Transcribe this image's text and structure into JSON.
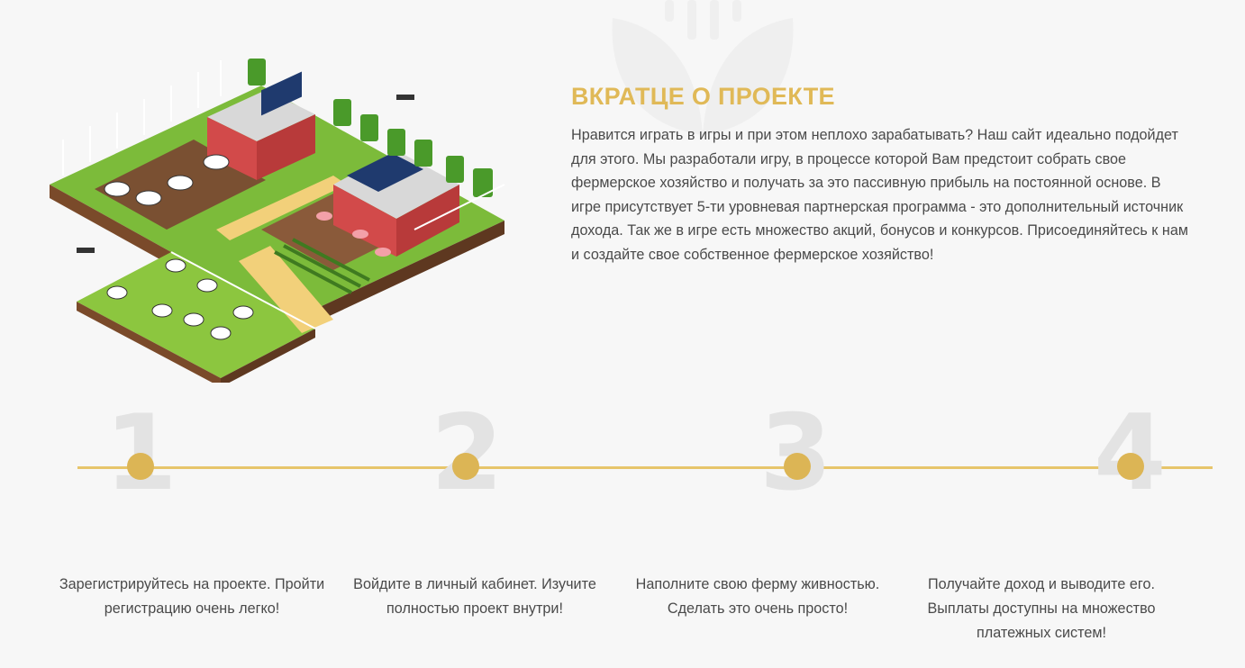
{
  "about": {
    "title": "ВКРАТЦЕ О ПРОЕКТЕ",
    "text": "Нравится играть в игры и при этом неплохо зарабатывать? Наш сайт идеально подойдет для этого. Мы разработали игру, в процессе которой Вам предстоит собрать свое фермерское хозяйство и получать за это пассивную прибыль на постоянной основе. В игре присутствует 5-ти уровневая партнерская программа - это дополнительный источник дохода. Так же в игре есть множество акций, бонусов и конкурсов. Присоединяйтесь к нам и создайте свое собственное фермерское хозяйство!"
  },
  "steps": [
    {
      "number": "1",
      "text": "Зарегистрируйтесь на проекте. Пройти регистрацию очень легко!"
    },
    {
      "number": "2",
      "text": "Войдите в личный кабинет. Изучите полностью проект внутри!"
    },
    {
      "number": "3",
      "text": "Наполните свою ферму живностью. Сделать это очень просто!"
    },
    {
      "number": "4",
      "text": "Получайте доход и выводите его. Выплаты доступны на множество платежных систем!"
    }
  ],
  "colors": {
    "accent": "#e0b957",
    "timeline": "#e7c56b",
    "dot": "#dcb555",
    "background": "#f7f7f7",
    "step_number": "#e3e3e3"
  },
  "icons": {
    "watermark": "plant-sprout-icon",
    "farm_illustration": "isometric-farm-illustration"
  }
}
